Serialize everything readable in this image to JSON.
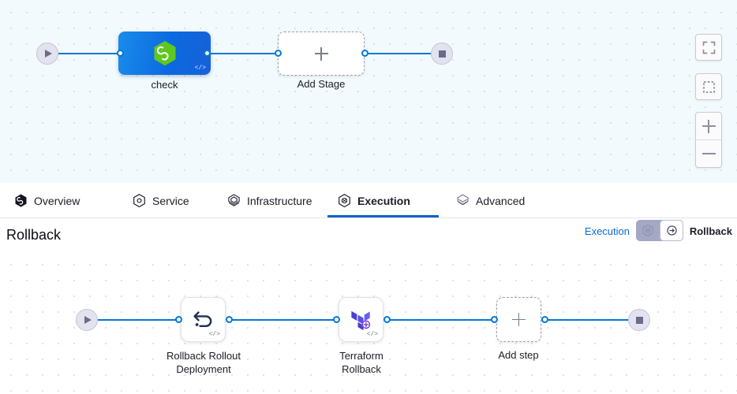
{
  "stage_canvas": {
    "name": "stage-pipeline-canvas",
    "start_node": {
      "icon": "play-icon"
    },
    "end_node": {
      "icon": "stop-square-icon"
    },
    "stages": [
      {
        "id": "check",
        "label": "check",
        "icon": "harness-hexagon-icon",
        "badge": "</>",
        "selected": true
      },
      {
        "id": "add-stage",
        "label": "Add Stage",
        "icon": "plus-icon",
        "selected": false
      }
    ],
    "controls": [
      {
        "name": "fullscreen-button",
        "icon": "fullscreen-icon"
      },
      {
        "name": "marquee-select-button",
        "icon": "dashed-square-icon"
      },
      {
        "name": "zoom-in-button",
        "icon": "plus-icon"
      },
      {
        "name": "zoom-out-button",
        "icon": "minus-icon"
      }
    ]
  },
  "tabs": [
    {
      "id": "overview",
      "label": "Overview",
      "icon": "harness-hexagon-icon",
      "active": false
    },
    {
      "id": "service",
      "label": "Service",
      "icon": "service-hexagon-icon",
      "active": false
    },
    {
      "id": "infrastructure",
      "label": "Infrastructure",
      "icon": "infrastructure-layers-icon",
      "active": false
    },
    {
      "id": "execution",
      "label": "Execution",
      "icon": "execution-hexagon-icon",
      "active": true
    },
    {
      "id": "advanced",
      "label": "Advanced",
      "icon": "advanced-layers-icon",
      "active": false
    }
  ],
  "rollback_header": {
    "title": "Rollback",
    "execution_label": "Execution",
    "rollback_label": "Rollback",
    "toggle": {
      "name": "execution-rollback-toggle",
      "left_icon": "execution-hexagon-icon",
      "right_icon": "rollback-arrow-icon",
      "selected": "Rollback"
    }
  },
  "rollback_canvas": {
    "name": "rollback-pipeline-canvas",
    "start_node": {
      "icon": "play-icon"
    },
    "end_node": {
      "icon": "stop-square-icon"
    },
    "steps": [
      {
        "id": "rollback-rollout-deployment",
        "label": "Rollback Rollout\nDeployment",
        "line1": "Rollback Rollout",
        "line2": "Deployment",
        "icon": "undo-arrow-icon",
        "badge": "</>"
      },
      {
        "id": "terraform-rollback",
        "label": "Terraform\nRollback",
        "line1": "Terraform",
        "line2": "Rollback",
        "icon": "terraform-icon",
        "badge": "</>"
      },
      {
        "id": "add-step",
        "label": "Add step",
        "icon": "plus-icon"
      }
    ]
  },
  "colors": {
    "edge_blue": "#0278d5",
    "accent_blue": "#0a64c8",
    "link_blue": "#0a6ad8",
    "selected_stage_blue": "#0b6ae0",
    "harness_green": "#5fc81e",
    "terraform_purple": "#5c4ee5",
    "canvas_top_bg": "#f2fafd",
    "canvas_bottom_bg": "#ffffff",
    "toggle_track": "#a5a8c4"
  }
}
